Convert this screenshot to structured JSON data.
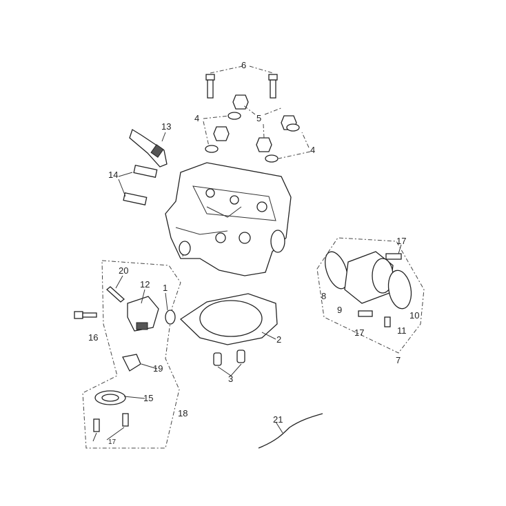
{
  "diagram": {
    "title": "Cylinder head exploded parts diagram",
    "callouts": [
      {
        "id": "c6",
        "text": "6"
      },
      {
        "id": "c4a",
        "text": "4"
      },
      {
        "id": "c5",
        "text": "5"
      },
      {
        "id": "c4b",
        "text": "4"
      },
      {
        "id": "c13",
        "text": "13"
      },
      {
        "id": "c14",
        "text": "14"
      },
      {
        "id": "c1",
        "text": "1"
      },
      {
        "id": "c20",
        "text": "20"
      },
      {
        "id": "c12",
        "text": "12"
      },
      {
        "id": "c16",
        "text": "16"
      },
      {
        "id": "c19",
        "text": "19"
      },
      {
        "id": "c15",
        "text": "15"
      },
      {
        "id": "c17a",
        "text": "17"
      },
      {
        "id": "c18",
        "text": "18"
      },
      {
        "id": "c2",
        "text": "2"
      },
      {
        "id": "c3",
        "text": "3"
      },
      {
        "id": "c21",
        "text": "21"
      },
      {
        "id": "c17b",
        "text": "17"
      },
      {
        "id": "c8",
        "text": "8"
      },
      {
        "id": "c9",
        "text": "9"
      },
      {
        "id": "c17c",
        "text": "17"
      },
      {
        "id": "c11",
        "text": "11"
      },
      {
        "id": "c10",
        "text": "10"
      },
      {
        "id": "c7",
        "text": "7"
      }
    ]
  }
}
